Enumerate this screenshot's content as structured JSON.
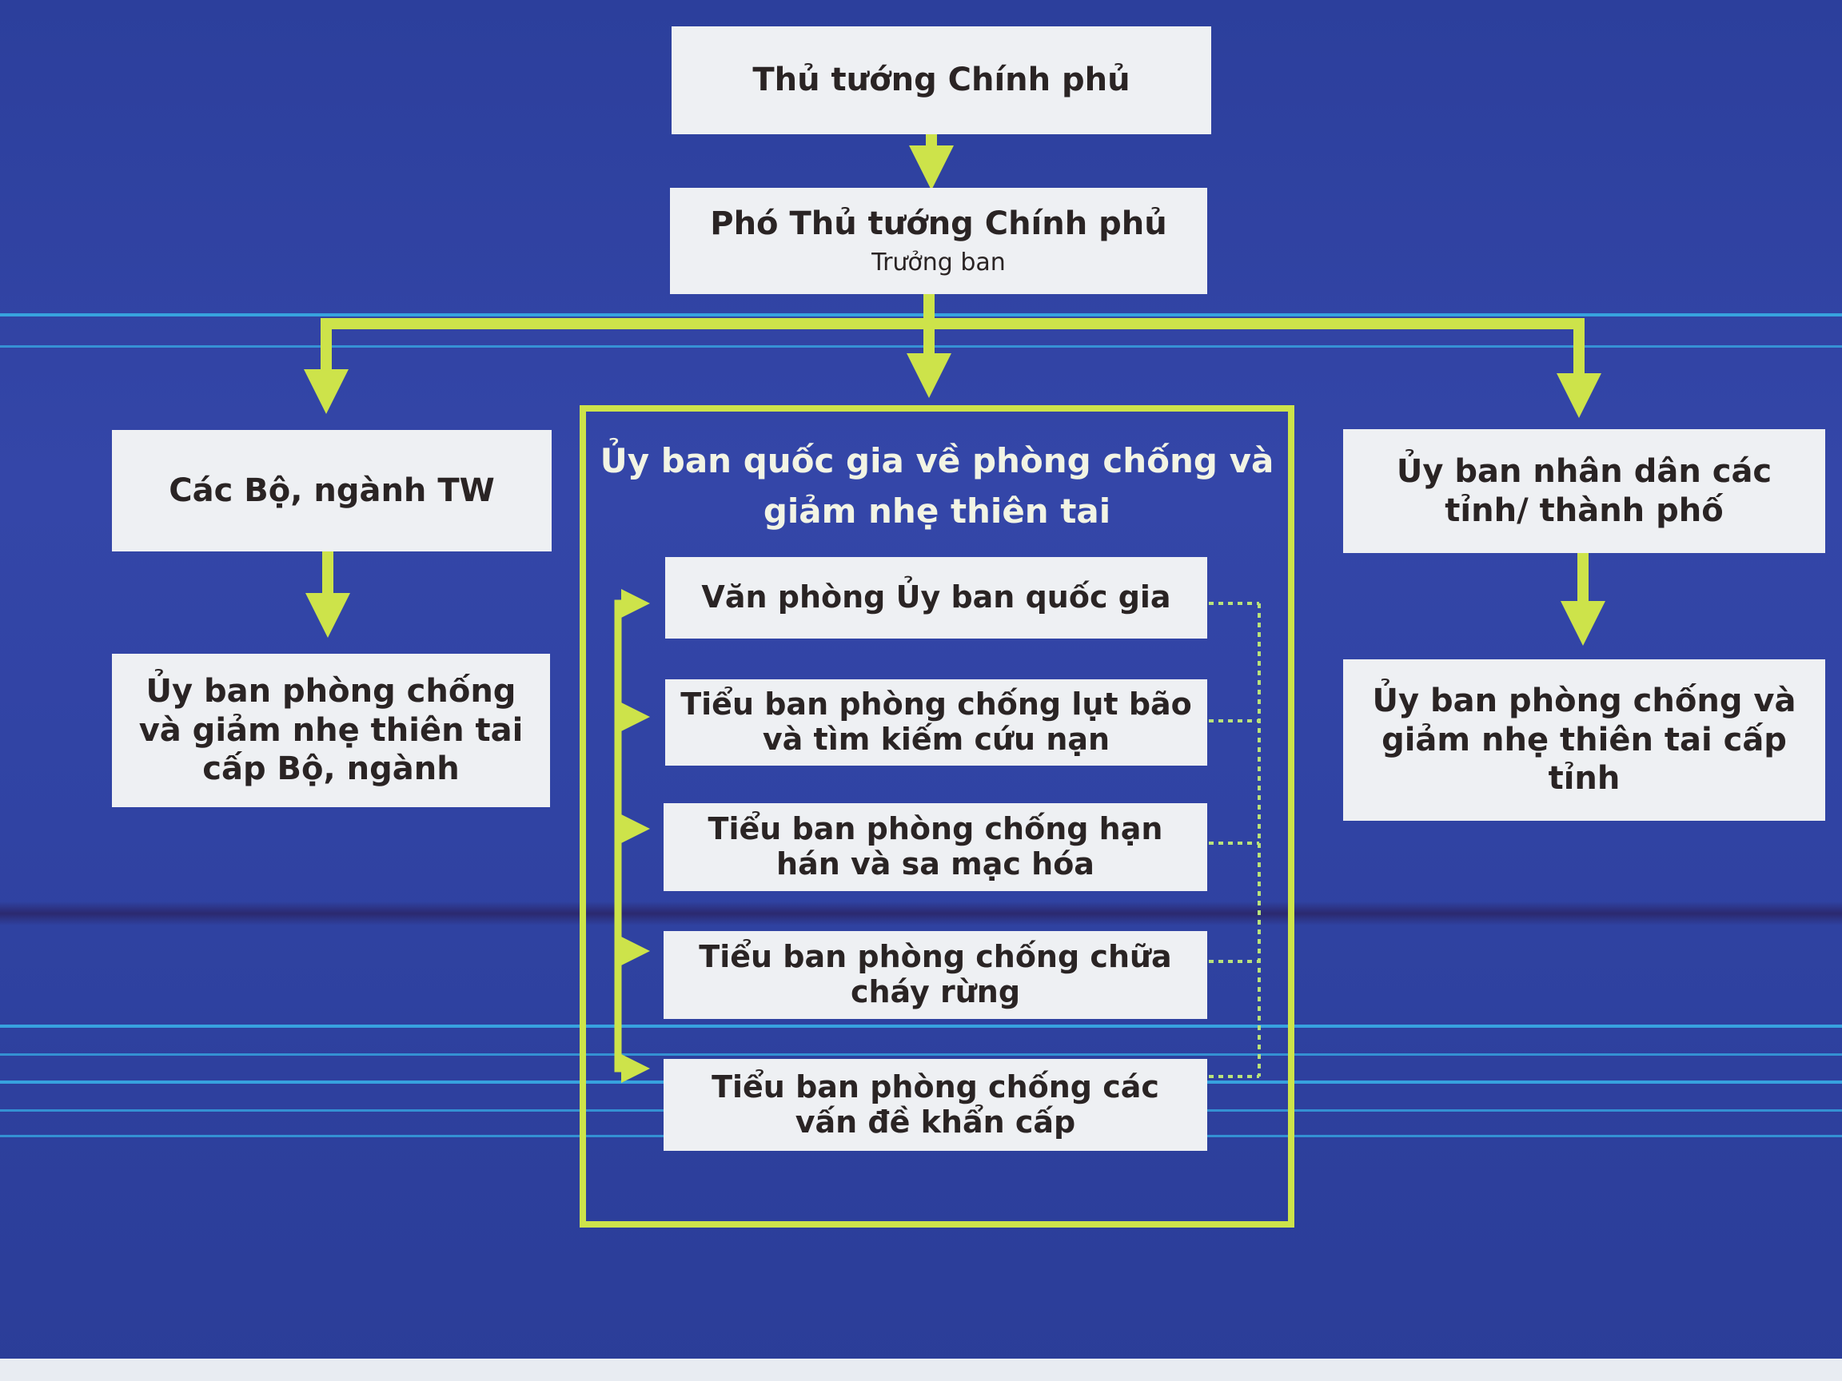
{
  "colors": {
    "background": "#3243a4",
    "accent_line": "#cde34a",
    "box_fill": "#eef0f3",
    "box_text": "#2a2424",
    "stripe": "#38b4ea"
  },
  "top": {
    "prime_minister": "Thủ tướng Chính phủ",
    "deputy_pm": "Phó Thủ tướng Chính phủ",
    "deputy_pm_role": "Trưởng ban"
  },
  "left": {
    "ministries": "Các Bộ, ngành TW",
    "ministry_committee": "Ủy ban phòng chống và giảm nhẹ thiên tai cấp Bộ, ngành"
  },
  "center": {
    "title": "Ủy ban quốc gia về phòng chống và giảm nhẹ thiên tai",
    "units": [
      "Văn phòng Ủy ban quốc gia",
      "Tiểu ban phòng chống lụt bão và tìm kiếm cứu nạn",
      "Tiểu ban phòng chống hạn hán và sa mạc hóa",
      "Tiểu ban phòng chống chữa cháy rừng",
      "Tiểu ban phòng chống các vấn đề khẩn cấp"
    ]
  },
  "right": {
    "provinces": "Ủy ban nhân dân các tỉnh/ thành phố",
    "provincial_committee": "Ủy ban phòng chống và giảm nhẹ thiên tai cấp tỉnh"
  }
}
